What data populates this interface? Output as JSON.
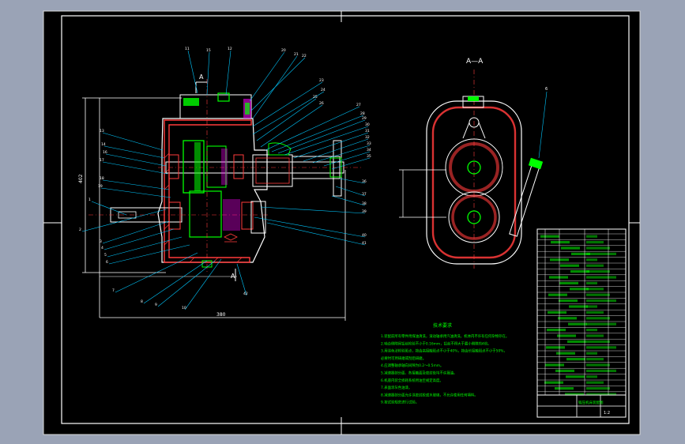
{
  "section_label": "A—A",
  "tech_req_title": "技术要求",
  "part_numbers": [
    "11",
    "15",
    "12",
    "20",
    "22",
    "21",
    "23",
    "24",
    "25",
    "26",
    "27",
    "28",
    "29",
    "30",
    "31",
    "32",
    "33",
    "34",
    "35",
    "1",
    "2",
    "3",
    "4",
    "5",
    "6",
    "7",
    "8",
    "9",
    "10",
    "13",
    "14",
    "16",
    "17",
    "18",
    "19",
    "36",
    "37",
    "38",
    "39",
    "40",
    "41",
    "42"
  ],
  "dims": {
    "height": "402",
    "width": "380"
  },
  "tech_req_lines": [
    "1.装配前所有零件用煤油清洗，滚动轴承用汽油清洗，机体内不许有任何杂物存在。",
    "2.啮合侧隙用铅丝检验不小于0.16mm，铅丝不得大于最小侧隙的4倍。",
    "3.用涂色法检验斑点，按齿高接触斑点不小于40%，按齿长接触斑点不小于50%，",
    "  必要时可用研磨或刮后研磨。",
    "4.应调整轴承轴向间隙为0.2～0.5mm。",
    "5.减速器剖分面、各接触面及密封处均不许漏油。",
    "6.机座内装全损耗系统用油至规定高度。",
    "7.表面涂灰色油漆。",
    "8.减速器剖分面允许涂密封胶或水玻璃，不允许使用任何填料。",
    "9.按试验规范进行试验。"
  ],
  "title_block": {
    "drawing_title": "锻压机床装配图",
    "scale": "1:2"
  },
  "colors": {
    "sheet": "#000000",
    "outline": "#ffffff",
    "part": "#00ff00",
    "hatch": "#ff3b3b",
    "leader": "#00c8ff",
    "dim": "#ffffff",
    "highlight": "#ff00ff"
  }
}
